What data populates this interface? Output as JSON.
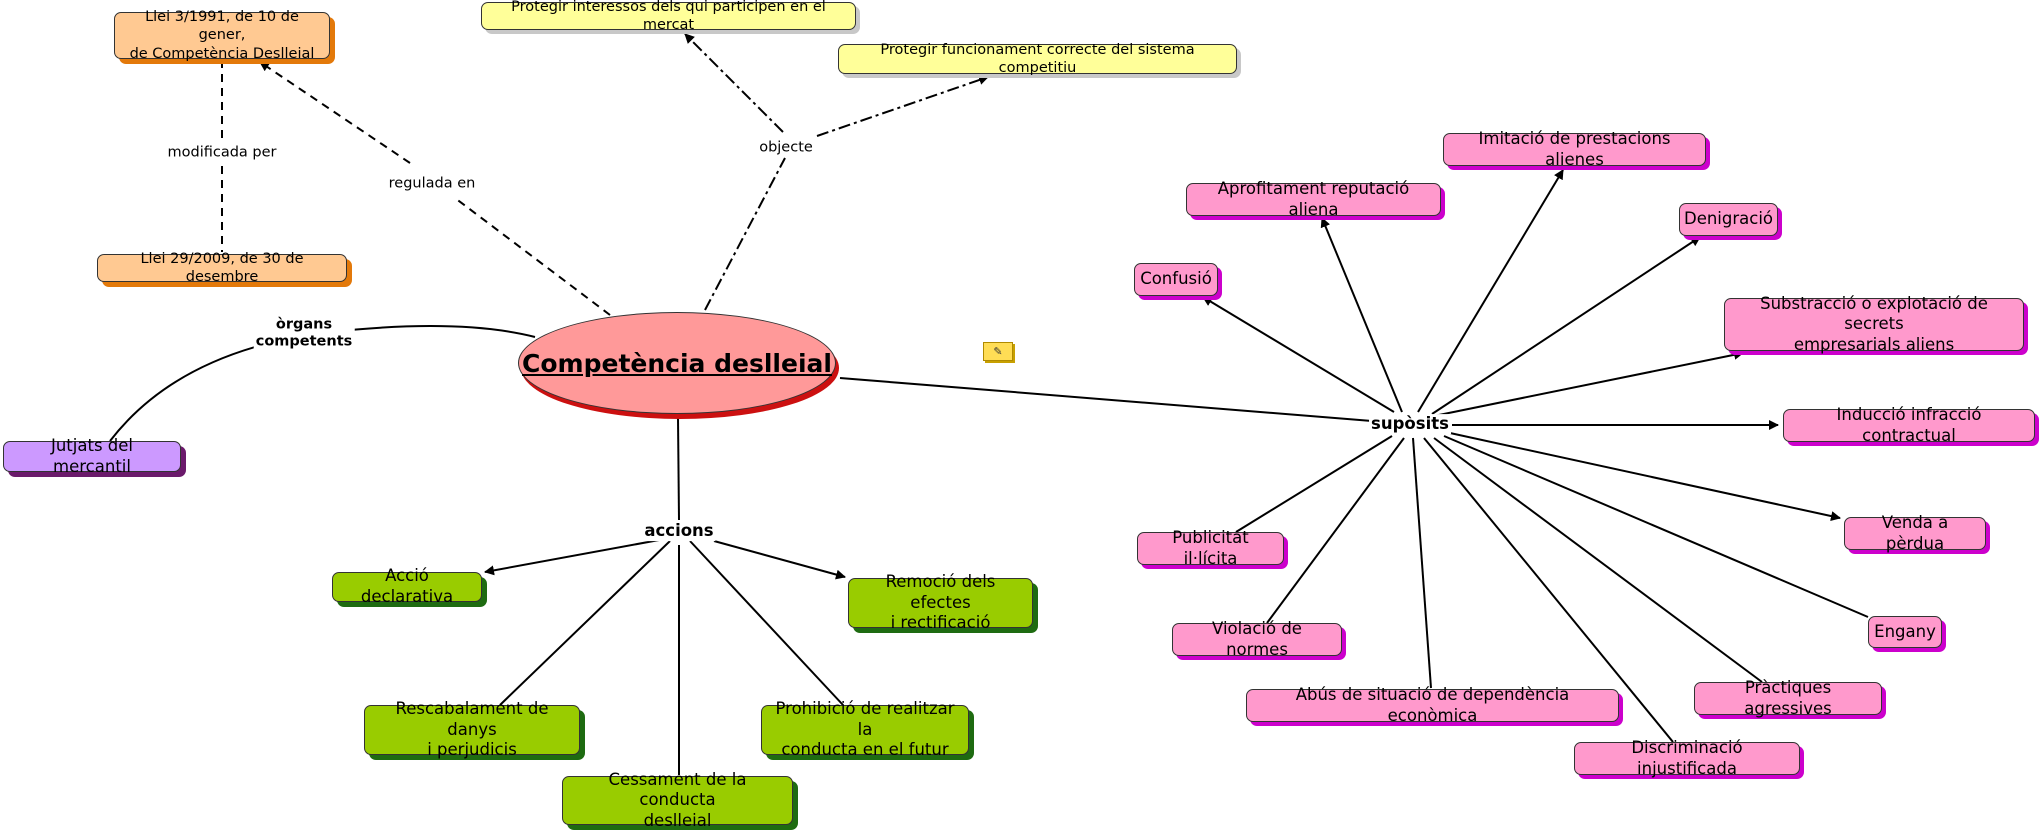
{
  "diagram": {
    "central": "Competència deslleial",
    "link_labels": {
      "regulada_en": "regulada en",
      "modificada_per": "modificada per",
      "objecte": "objecte",
      "organs": "òrgans\ncompetents",
      "accions": "accions",
      "suposits": "supòsits"
    },
    "laws": {
      "llei_1991": "Llei 3/1991, de 10 de gener,\nde Competència Deslleial",
      "llei_2009": "Llei 29/2009, de 30 de desembre"
    },
    "objectives": [
      "Protegir interessos dels qui participen en el mercat",
      "Protegir funcionament correcte del sistema competitiu"
    ],
    "court": "Jutjats del mercantil",
    "actions": [
      "Acció declarativa",
      "Remoció dels efectes\ni rectificació",
      "Rescabalament de danys\ni perjudicis",
      "Prohibició de realitzar la\nconducta en el futur",
      "Cessament de la conducta\ndeslleial"
    ],
    "cases": [
      "Imitació de prestacions alienes",
      "Aprofitament reputació aliena",
      "Denigració",
      "Confusió",
      "Substracció o explotació de secrets\nempresarials aliens",
      "Inducció infracció contractual",
      "Venda a pèrdua",
      "Publicitat il·lícita",
      "Engany",
      "Violació de normes",
      "Pràctiques agressives",
      "Abús de situació de dependència econòmica",
      "Discriminació injustificada"
    ],
    "colors": {
      "central": "#ff9999",
      "law": "#ffc992",
      "objective": "#ffff99",
      "case": "#ff99cc",
      "action": "#99cc00",
      "court": "#cc99ff"
    }
  }
}
